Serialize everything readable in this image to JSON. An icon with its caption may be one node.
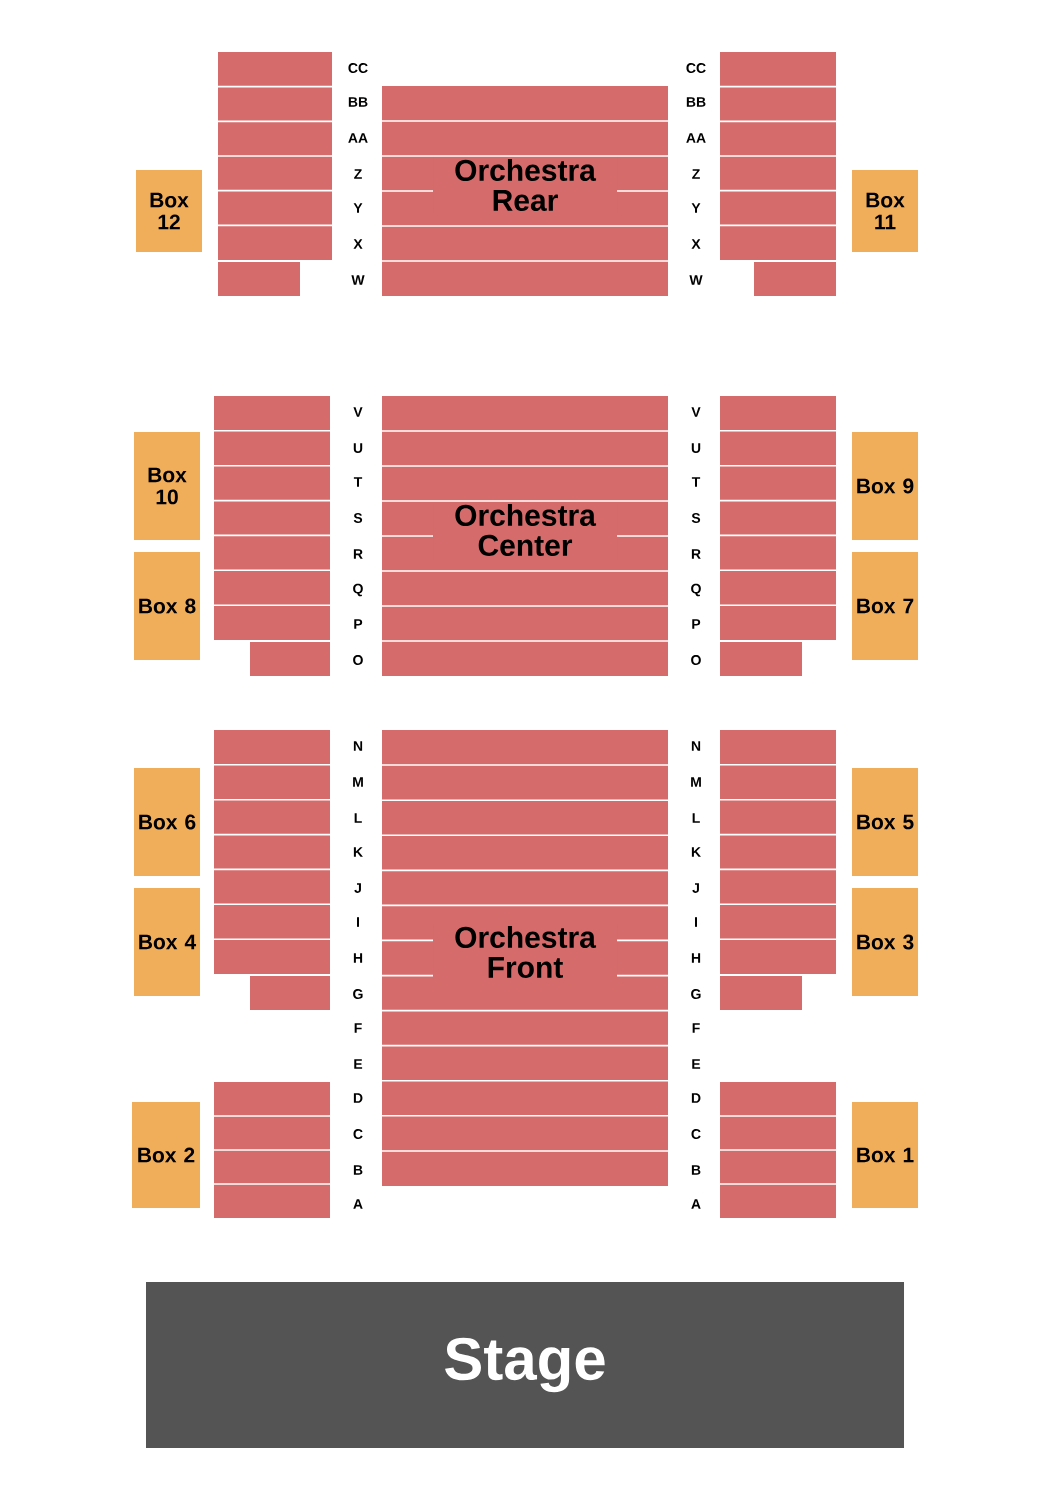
{
  "diagram": {
    "nodes": [
      {
        "text": [],
        "shape": "box"
      },
      {
        "text": [
          "Orchestra Rear"
        ]
      },
      {
        "text": [],
        "shape": "box"
      },
      {
        "text": [
          "Box 12"
        ]
      },
      {
        "text": [
          "Box 11"
        ]
      },
      {
        "text": [],
        "shape": "box"
      },
      {
        "text": [
          "Orchestra Center"
        ]
      },
      {
        "text": [],
        "shape": "box"
      },
      {
        "text": [
          "Box 10"
        ]
      },
      {
        "text": [
          "Box 9"
        ]
      },
      {
        "text": [
          "Box 8"
        ]
      },
      {
        "text": [
          "Box 7"
        ]
      },
      {
        "text": [],
        "shape": "box"
      },
      {
        "text": [
          "Orchestra Front"
        ]
      },
      {
        "text": [],
        "shape": "box"
      },
      {
        "text": [
          "Box 6"
        ]
      },
      {
        "text": [
          "Box 5"
        ]
      },
      {
        "text": [
          "Box 4"
        ]
      },
      {
        "text": [
          "Box 3"
        ]
      },
      {
        "text": [],
        "shape": "box"
      },
      {
        "text": [],
        "shape": "box"
      },
      {
        "text": [
          "Box 2"
        ]
      },
      {
        "text": [
          "Box 1"
        ]
      },
      {
        "text": [
          "Stage"
        ]
      }
    ],
    "labels": [
      "CC",
      "CC",
      "BB",
      "BB",
      "AA",
      "AA",
      "Z",
      "Z",
      "Y",
      "Y",
      "X",
      "X",
      "W",
      "W",
      "V",
      "V",
      "U",
      "U",
      "T",
      "T",
      "S",
      "S",
      "R",
      "R",
      "Q",
      "Q",
      "P",
      "P",
      "O",
      "O",
      "N",
      "N",
      "M",
      "M",
      "L",
      "L",
      "K",
      "K",
      "J",
      "J",
      "I",
      "I",
      "H",
      "H",
      "G",
      "G",
      "F",
      "F",
      "E",
      "E",
      "D",
      "D",
      "C",
      "C",
      "B",
      "B",
      "A",
      "A"
    ]
  }
}
